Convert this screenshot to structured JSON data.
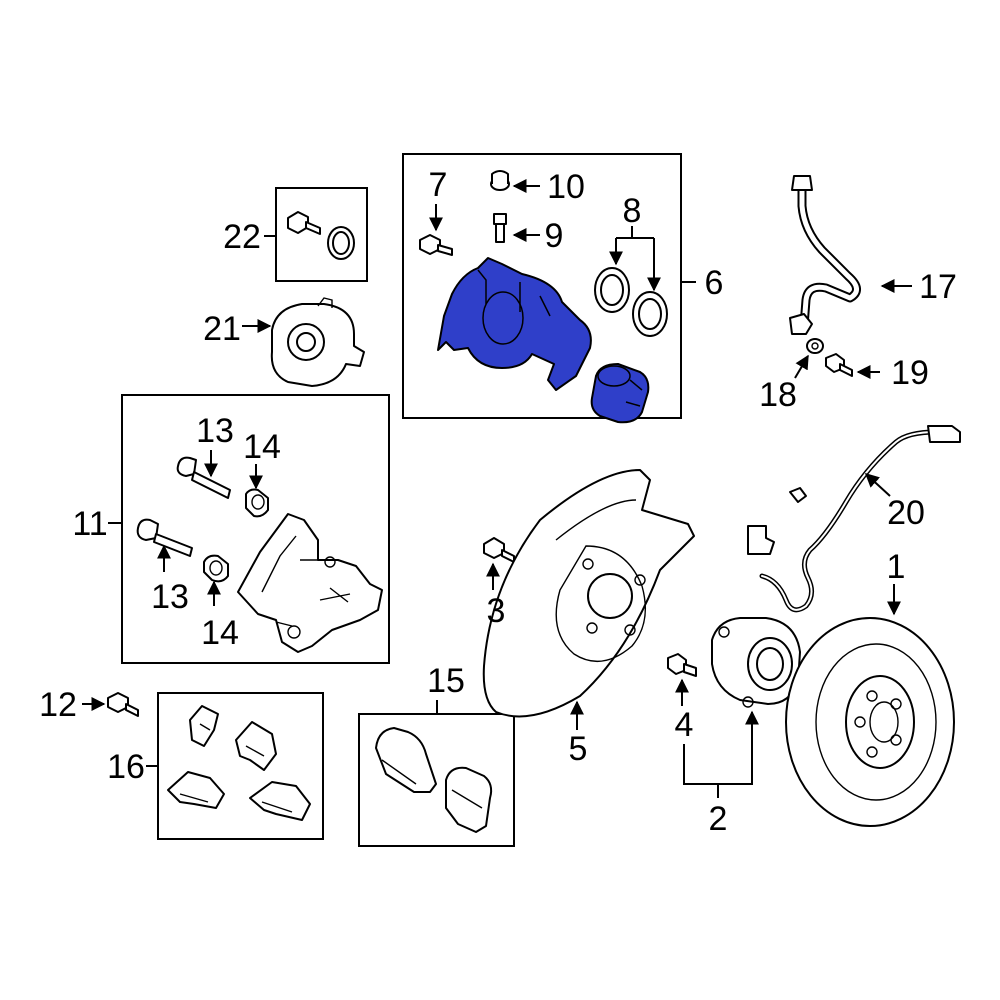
{
  "diagram": {
    "highlight_color": "#2f3fc9",
    "callouts": {
      "c1": "1",
      "c2": "2",
      "c3": "3",
      "c4": "4",
      "c5": "5",
      "c6": "6",
      "c7": "7",
      "c8": "8",
      "c9": "9",
      "c10": "10",
      "c11": "11",
      "c12": "12",
      "c13a": "13",
      "c13b": "13",
      "c14a": "14",
      "c14b": "14",
      "c15": "15",
      "c16": "16",
      "c17": "17",
      "c18": "18",
      "c19": "19",
      "c20": "20",
      "c21": "21",
      "c22": "22"
    }
  }
}
